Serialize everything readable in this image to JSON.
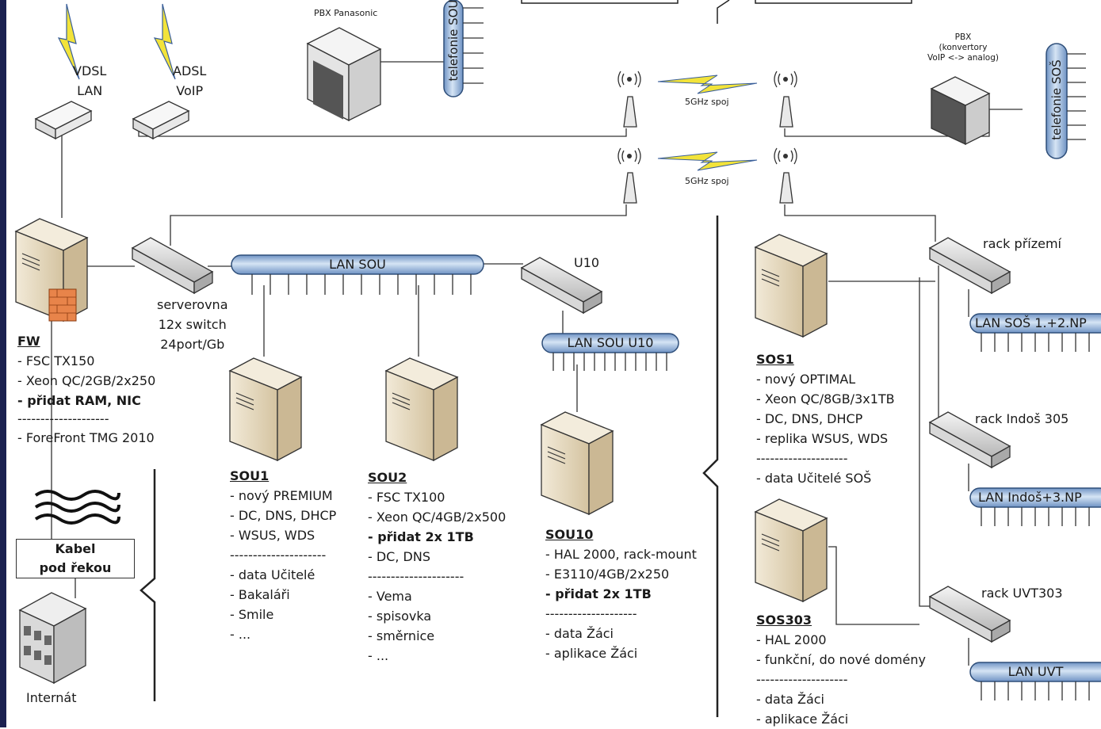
{
  "dsl": {
    "vdsl": [
      "VDSL",
      "LAN"
    ],
    "adsl": [
      "ADSL",
      "VoIP"
    ]
  },
  "pbx_panasonic": "PBX Panasonic",
  "pbx_sos": [
    "PBX",
    "(konvertory",
    "VoIP <-> analog)"
  ],
  "telefonie_sou": "telefonie SOU",
  "telefonie_sos": "telefonie SOŠ",
  "link_labels": [
    "5GHz spoj",
    "5GHz spoj"
  ],
  "fw": {
    "title": "FW",
    "lines": [
      "- FSC TX150",
      "- Xeon QC/2GB/2x250",
      "- přidat RAM, NIC",
      "--------------------",
      "- ForeFront TMG 2010"
    ]
  },
  "serverovna": [
    "serverovna",
    "12x switch",
    "24port/Gb"
  ],
  "lan_sou": "LAN SOU",
  "u10": "U10",
  "lan_sou_u10": "LAN SOU U10",
  "sou1": {
    "title": "SOU1",
    "lines": [
      "- nový PREMIUM",
      "- DC, DNS, DHCP",
      "- WSUS, WDS",
      "---------------------",
      "- data Učitelé",
      "- Bakaláři",
      "- Smile",
      "- ..."
    ]
  },
  "sou2": {
    "title": "SOU2",
    "lines": [
      "- FSC TX100",
      "- Xeon QC/4GB/2x500",
      "- přidat 2x 1TB",
      "- DC, DNS",
      "---------------------",
      "- Vema",
      "- spisovka",
      "- směrnice",
      "- ..."
    ]
  },
  "sou10": {
    "title": "SOU10",
    "lines": [
      "- HAL 2000, rack-mount",
      "- E3110/4GB/2x250",
      "- přidat 2x 1TB",
      "--------------------",
      "- data Žáci",
      "- aplikace Žáci"
    ]
  },
  "kabel": [
    "Kabel",
    "pod řekou"
  ],
  "internat": "Internát",
  "sos1": {
    "title": "SOS1",
    "lines": [
      "- nový OPTIMAL",
      "- Xeon QC/8GB/3x1TB",
      "- DC, DNS, DHCP",
      "- replika WSUS, WDS",
      "--------------------",
      "- data Učitelé SOŠ"
    ]
  },
  "sos303": {
    "title": "SOS303",
    "lines": [
      "- HAL 2000",
      "- funkční, do nové domény",
      "--------------------",
      "- data Žáci",
      "- aplikace Žáci"
    ]
  },
  "racks": {
    "prizemi": "rack přízemí",
    "indos": "rack Indoš 305",
    "uvt": "rack UVT303"
  },
  "lans_sos": {
    "a": "LAN SOŠ 1.+2.NP",
    "b": "LAN Indoš+3.NP",
    "c": "LAN UVT"
  },
  "colors": {
    "bus": "#a9c6e6",
    "bus_stroke": "#2f4f7a",
    "server": "#e8dcc4",
    "bolt": "#f2e33a",
    "firewall": "#e8844a"
  }
}
